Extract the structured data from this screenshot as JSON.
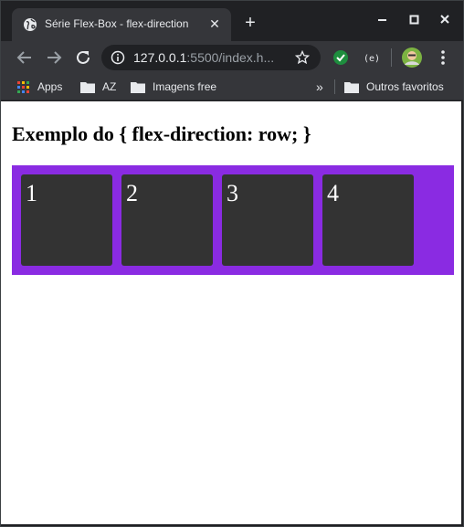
{
  "browser": {
    "tab": {
      "title": "Série Flex-Box - flex-direction",
      "favicon": "globe-icon"
    },
    "window_controls": [
      "minimize-icon",
      "maximize-icon",
      "close-icon"
    ],
    "address_bar": {
      "host": "127.0.0.1",
      "path": ":5500/index.h..."
    },
    "bookmarks": {
      "apps": "Apps",
      "items": [
        "AZ",
        "Imagens free"
      ],
      "other": "Outros favoritos"
    }
  },
  "page": {
    "heading": "Exemplo do { flex-direction: row; }",
    "boxes": [
      "1",
      "2",
      "3",
      "4"
    ]
  },
  "colors": {
    "container": "#8a2be2",
    "box": "#333333",
    "chrome_dark": "#202124",
    "chrome_toolbar": "#35363a"
  }
}
